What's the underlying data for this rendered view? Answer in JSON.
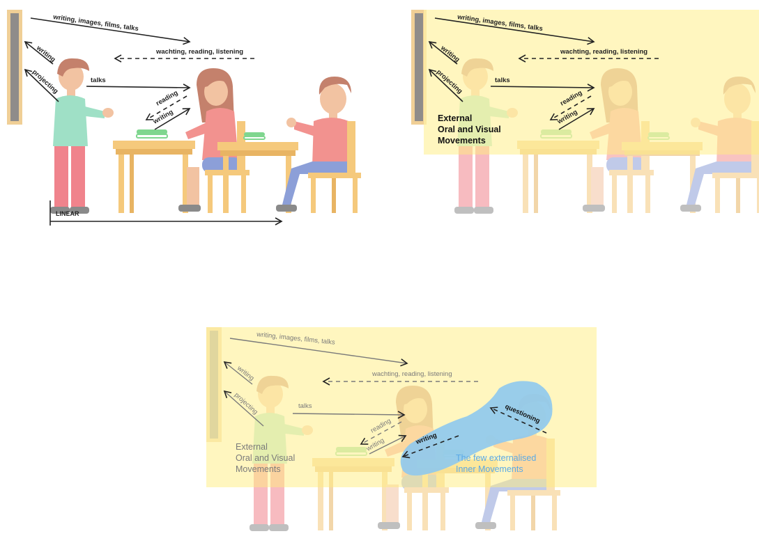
{
  "colors": {
    "board": "#8f8c8a",
    "board_frame": "#f0cf96",
    "desk": "#f5c97c",
    "desk_dark": "#e8b463",
    "skin": "#f2c3a2",
    "hair": "#c4816c",
    "shirt_teacher": "#9fe0c6",
    "pants": "#f0838c",
    "shirt_student": "#f2928f",
    "jeans": "#8c9fd8",
    "book": "#7fd68f",
    "shoe": "#8a8a8a",
    "overlay_yellow": "#fff3a6",
    "overlay_blue": "#8ec9ee",
    "inner_text": "#5aa9e6",
    "arrow": "#222222"
  },
  "panels": [
    {
      "id": "panel-1",
      "labels": {
        "top_arrow": "writing, images, films, talks",
        "return_arrow": "wachting, reading, listening",
        "writing": "writing",
        "projecting": "projecting",
        "talks": "talks",
        "reading": "reading",
        "student_writing": "writing",
        "linear": "LINEAR"
      }
    },
    {
      "id": "panel-2",
      "labels": {
        "top_arrow": "writing, images, films, talks",
        "return_arrow": "wachting, reading, listening",
        "writing": "writing",
        "projecting": "projecting",
        "talks": "talks",
        "reading": "reading",
        "student_writing": "writing",
        "external_1": "External",
        "external_2": "Oral and Visual",
        "external_3": "Movements"
      }
    },
    {
      "id": "panel-3",
      "labels": {
        "top_arrow": "writing, images, films, talks",
        "return_arrow": "wachting, reading, listening",
        "writing": "writing",
        "projecting": "projecting",
        "talks": "talks",
        "reading": "reading",
        "student_writing": "writing",
        "external_1": "External",
        "external_2": "Oral and Visual",
        "external_3": "Movements",
        "questioning": "questioning",
        "inner_writing": "writing",
        "inner_1": "The few externalised",
        "inner_2": "Inner Movements"
      }
    }
  ]
}
